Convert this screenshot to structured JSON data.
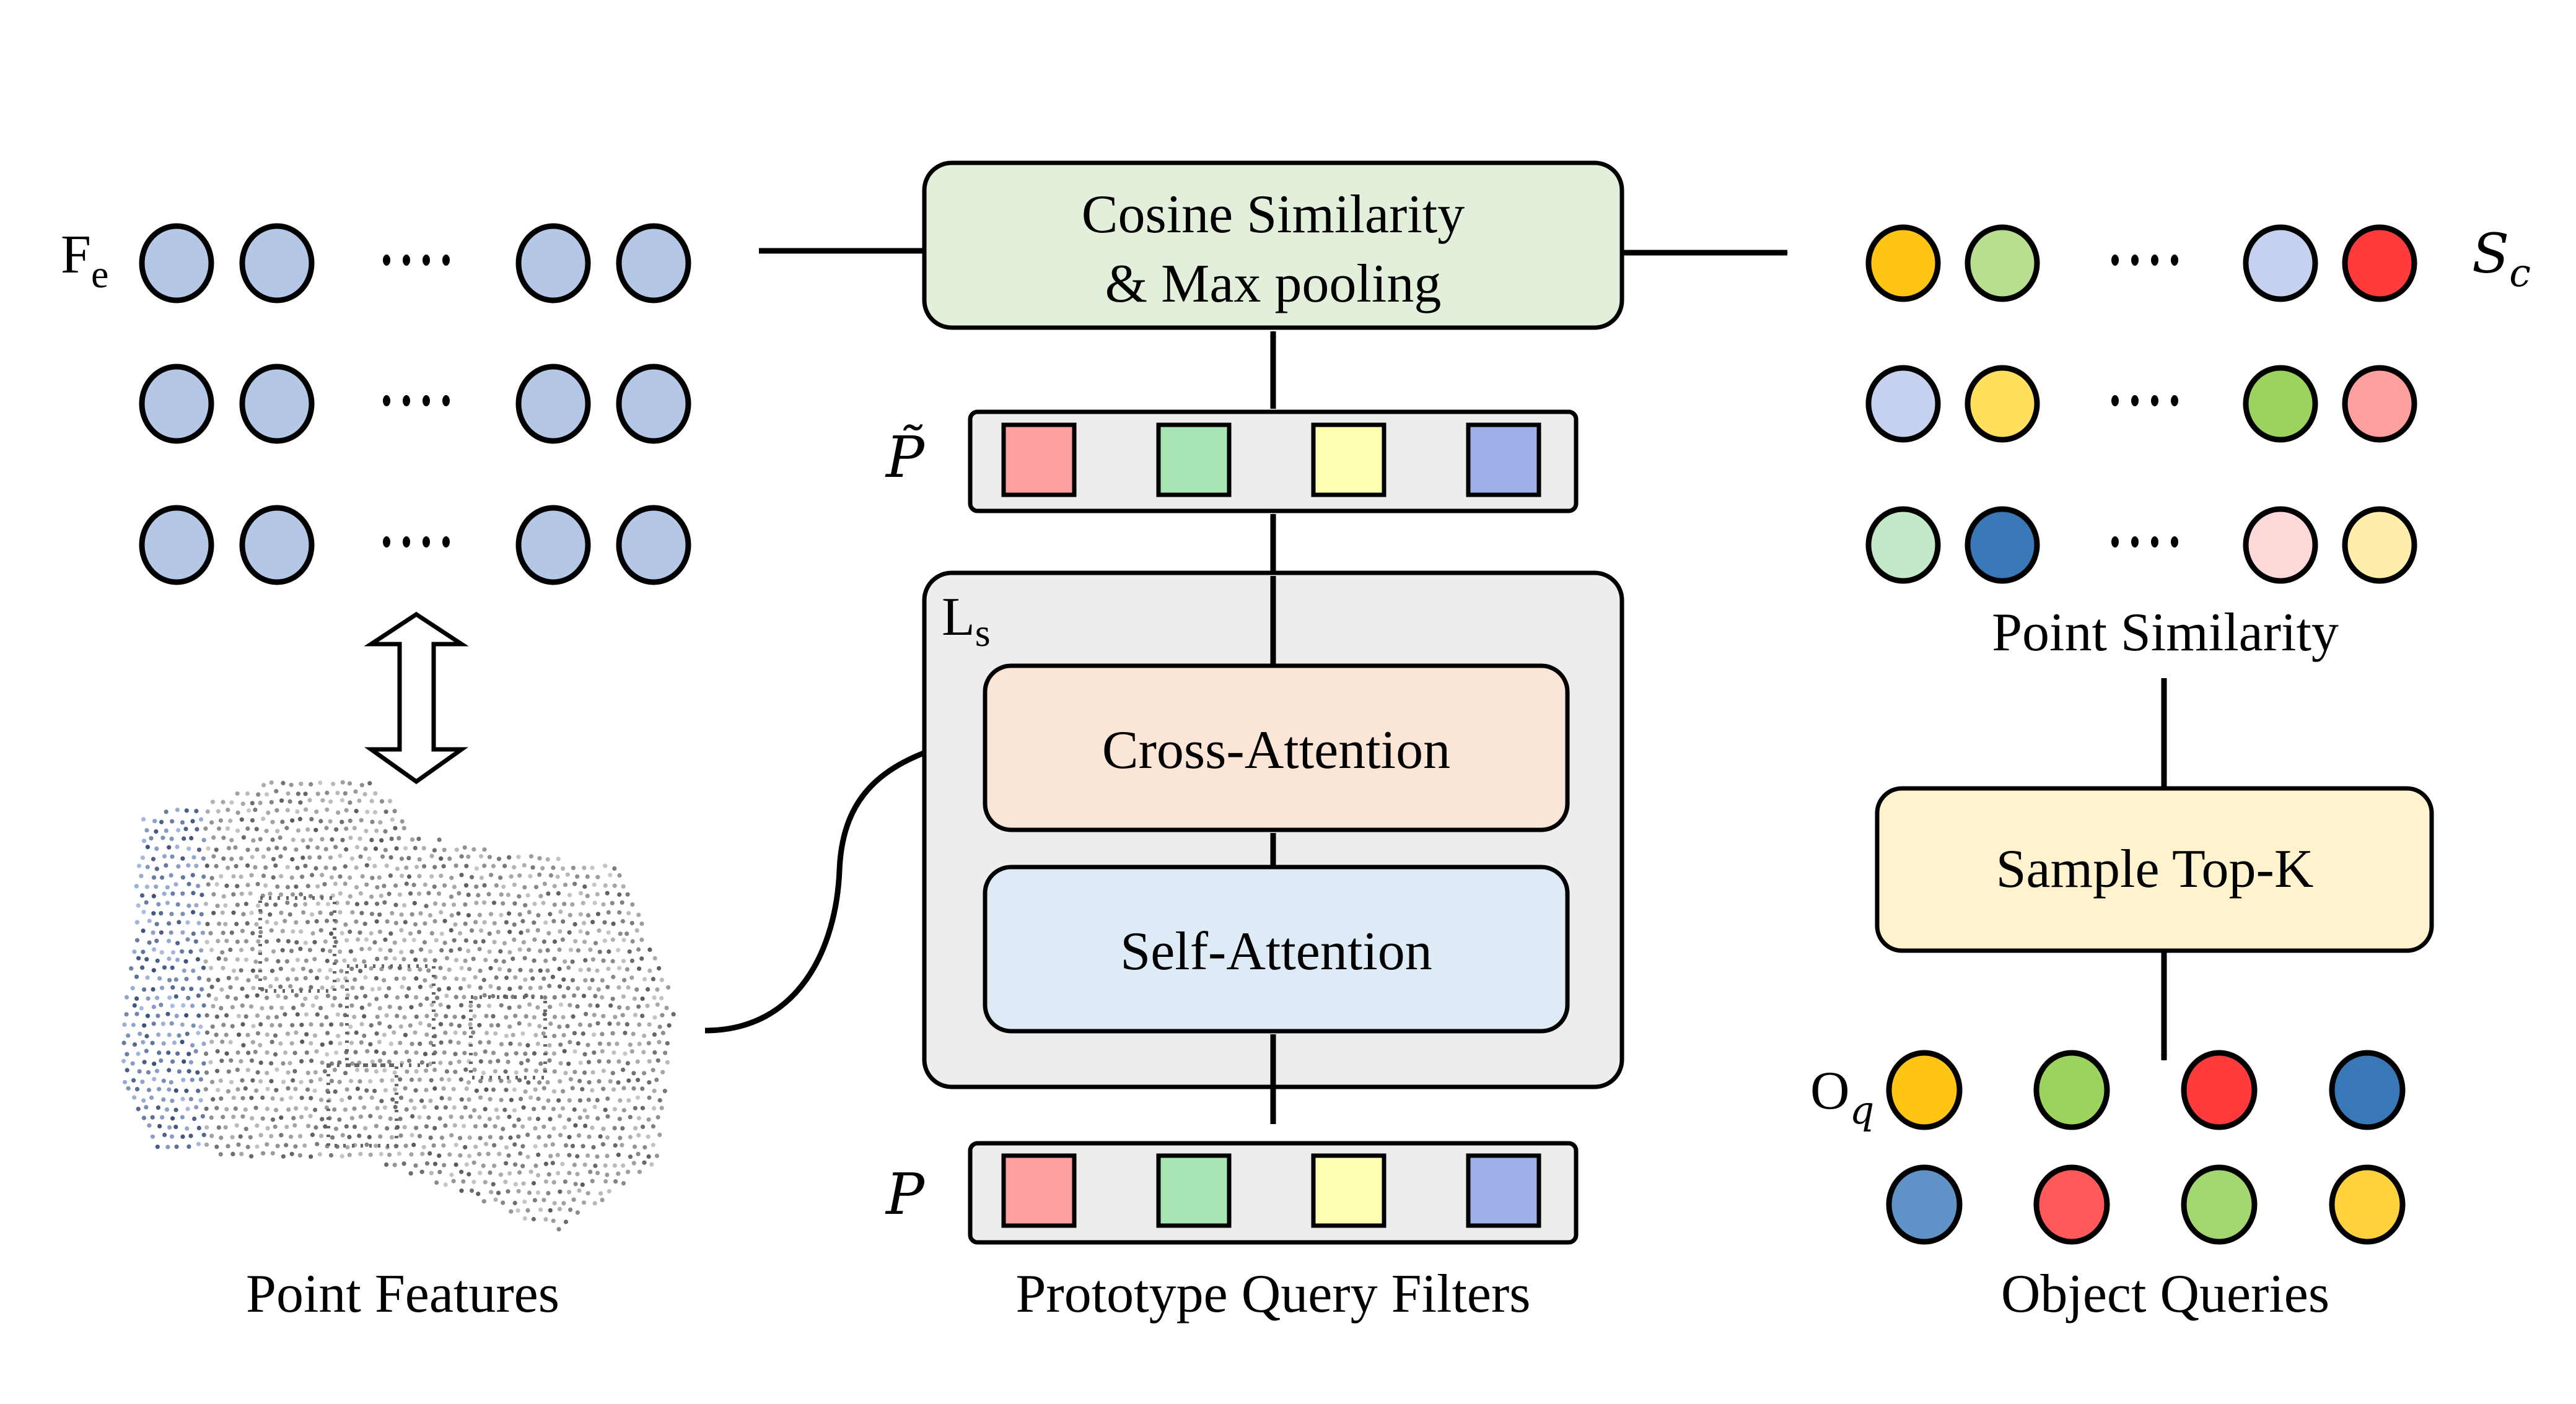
{
  "figure": {
    "left": {
      "symbol_main": "F",
      "symbol_sub": "e",
      "row_fill": "#b4c7e7",
      "rows": 3,
      "caption": "Point Features"
    },
    "middle": {
      "cosine_box": {
        "line1": "Cosine Similarity",
        "line2": "& Max pooling",
        "fill": "#e2efda"
      },
      "p_tilde": {
        "symbol": "P̃",
        "squares": [
          "#ff9f9f",
          "#a9e4b4",
          "#ffffb2",
          "#9db0e8"
        ]
      },
      "layer": {
        "symbol_main": "L",
        "symbol_sub": "s",
        "cross_attention": {
          "label": "Cross-Attention",
          "fill": "#fbe5d6"
        },
        "self_attention": {
          "label": "Self-Attention",
          "fill": "#deebf7"
        },
        "fill": "#ededed"
      },
      "p": {
        "symbol": "P",
        "squares": [
          "#ff9f9f",
          "#a9e4b4",
          "#ffffb2",
          "#9db0e8"
        ]
      },
      "caption": "Prototype Query Filters"
    },
    "right": {
      "symbol_main": "S",
      "symbol_sub": "c",
      "similarity_rows": [
        [
          "#ffc512",
          "#b8df90",
          "#c5d1ef",
          "#ff3b3b"
        ],
        [
          "#c5d1ef",
          "#ffdf5c",
          "#9bd35e",
          "#ff9f9f"
        ],
        [
          "#c2e8c8",
          "#3878b7",
          "#fed7d8",
          "#ffeeaa"
        ]
      ],
      "caption_similarity": "Point Similarity",
      "topk_box": {
        "label": "Sample Top-K",
        "fill": "#fff2cc"
      },
      "object_symbol_main": "O",
      "object_symbol_sub": "q",
      "object_rows": [
        [
          "#ffc512",
          "#9bd35e",
          "#ff3b3b",
          "#3878b7"
        ],
        [
          "#5f93c7",
          "#ff5959",
          "#a3d770",
          "#ffd23d"
        ]
      ],
      "caption_objects": "Object Queries"
    },
    "ellipsis": "····"
  }
}
